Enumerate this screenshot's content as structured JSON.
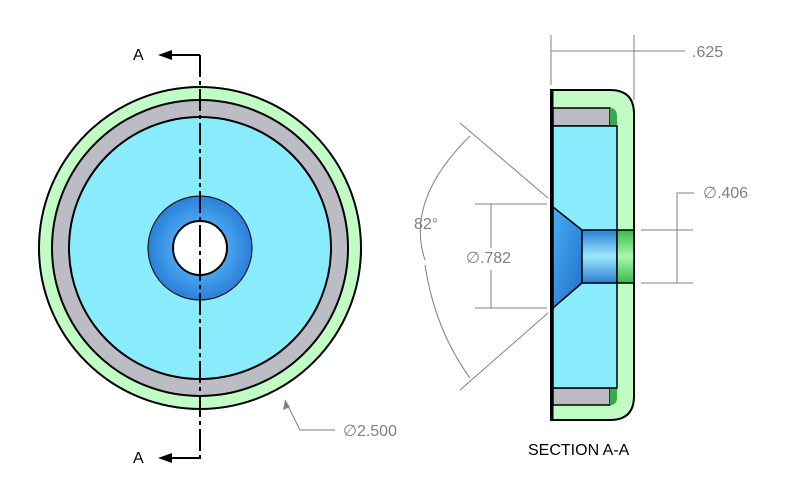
{
  "section_labels": {
    "top": "A",
    "bottom": "A"
  },
  "section_title": "SECTION A-A",
  "dimensions": {
    "outer_diameter": "∅2.500",
    "thickness": ".625",
    "hole_diameter": "∅.406",
    "countersink_diameter": "∅.782",
    "countersink_angle": "82°"
  },
  "colors": {
    "cup": "#c0fcc4",
    "magnet": "#88ecfc",
    "ring": "#bcbcc4",
    "bore": "#3c9ce8",
    "dim_line": "#808080"
  }
}
